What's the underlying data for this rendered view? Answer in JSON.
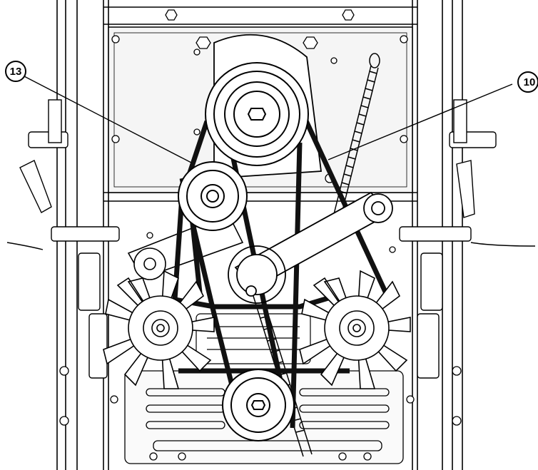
{
  "diagram": {
    "callouts": [
      {
        "id": "callout-13",
        "number": "13"
      },
      {
        "id": "callout-10",
        "number": "10"
      }
    ],
    "colors": {
      "line": "#000000",
      "belt": "#111111",
      "fill": "#ffffff",
      "plate": "#f2f2f2"
    }
  }
}
